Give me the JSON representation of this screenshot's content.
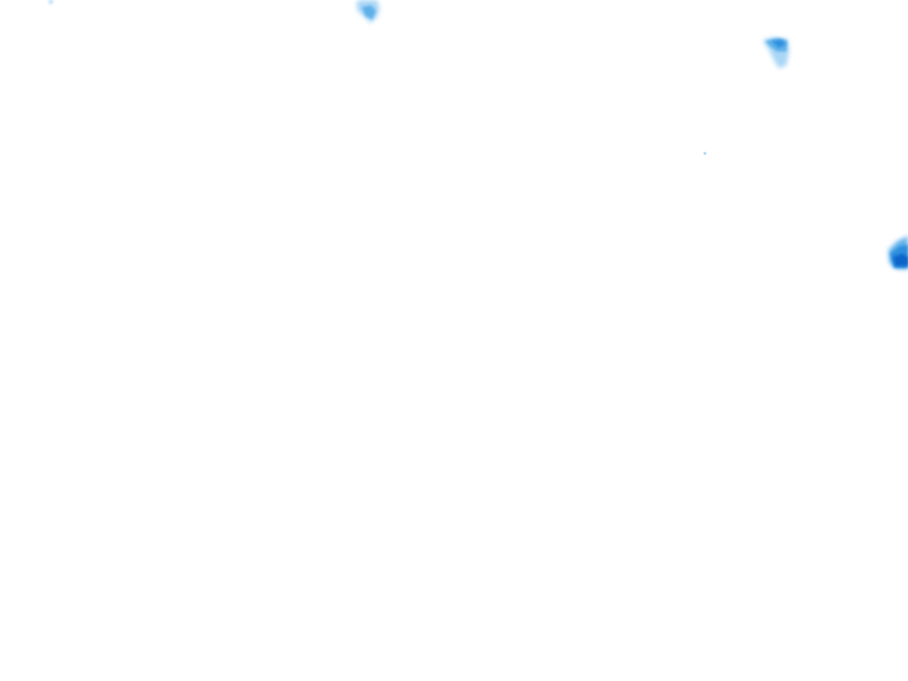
{
  "map": {
    "layer_kind": "precipitation-intensity-overlay",
    "background_color": "#ffffff",
    "palette": {
      "light": "#a9d6f5",
      "medium": "#5fb0ea",
      "strong": "#2f8fde",
      "heavy": "#0a63c9"
    },
    "cells": [
      {
        "name": "cell-top-left-edge",
        "intensity": "light"
      },
      {
        "name": "cell-top-center",
        "intensity": "medium"
      },
      {
        "name": "cell-top-right",
        "intensity": "strong"
      },
      {
        "name": "cell-speck",
        "intensity": "light"
      },
      {
        "name": "cell-right-edge",
        "intensity": "heavy"
      }
    ]
  }
}
